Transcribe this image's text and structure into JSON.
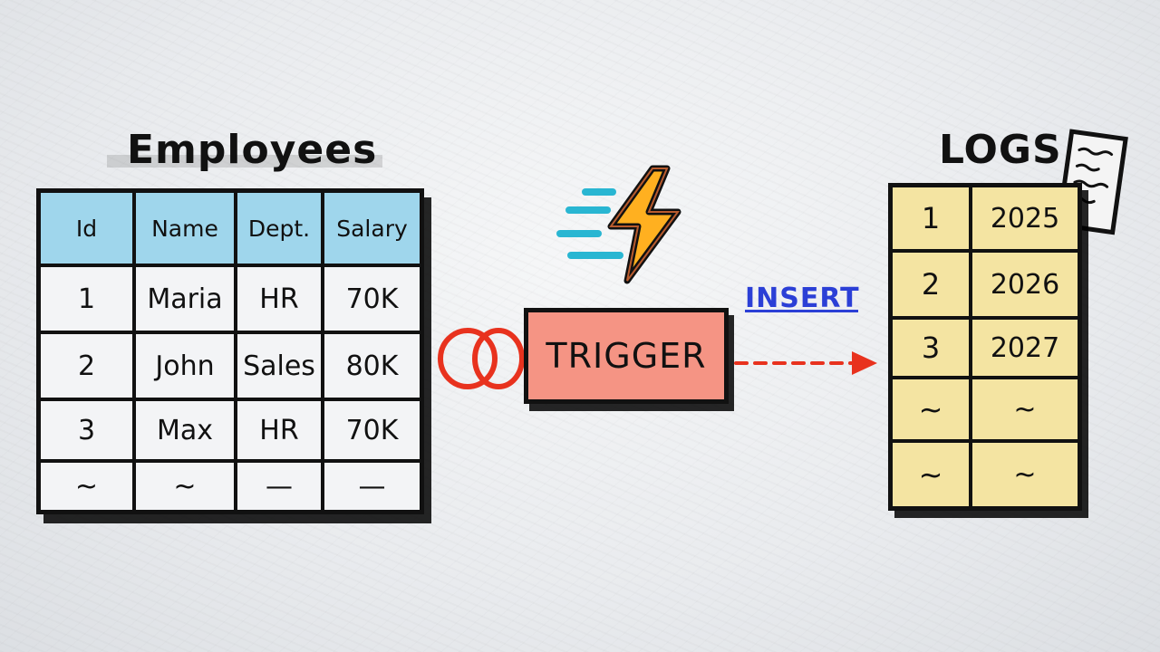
{
  "employees": {
    "title": "Employees",
    "headers": [
      "Id",
      "Name",
      "Dept.",
      "Salary"
    ],
    "rows": [
      [
        "1",
        "Maria",
        "HR",
        "70K"
      ],
      [
        "2",
        "John",
        "Sales",
        "80K"
      ],
      [
        "3",
        "Max",
        "HR",
        "70K"
      ],
      [
        "~",
        "~",
        "—",
        "—"
      ]
    ]
  },
  "trigger": {
    "label": "TRIGGER"
  },
  "insert_label": "INSERT",
  "logs": {
    "title": "LOGS",
    "rows": [
      [
        "1",
        "2025"
      ],
      [
        "2",
        "2026"
      ],
      [
        "3",
        "2027"
      ],
      [
        "~",
        "~"
      ],
      [
        "~",
        "~"
      ]
    ]
  },
  "colors": {
    "header_fill": "#9fd6ec",
    "trigger_fill": "#f59484",
    "logs_fill": "#f4e4a2",
    "arrow": "#e8321e",
    "insert_text": "#2b3fd6",
    "bolt_glow": "#ff7b3a",
    "speed_lines": "#29b6d2"
  },
  "icons": {
    "bolt": "lightning-bolt-icon",
    "rings": "linked-rings-icon",
    "doc": "log-document-icon",
    "arrow": "dashed-arrow-icon"
  }
}
